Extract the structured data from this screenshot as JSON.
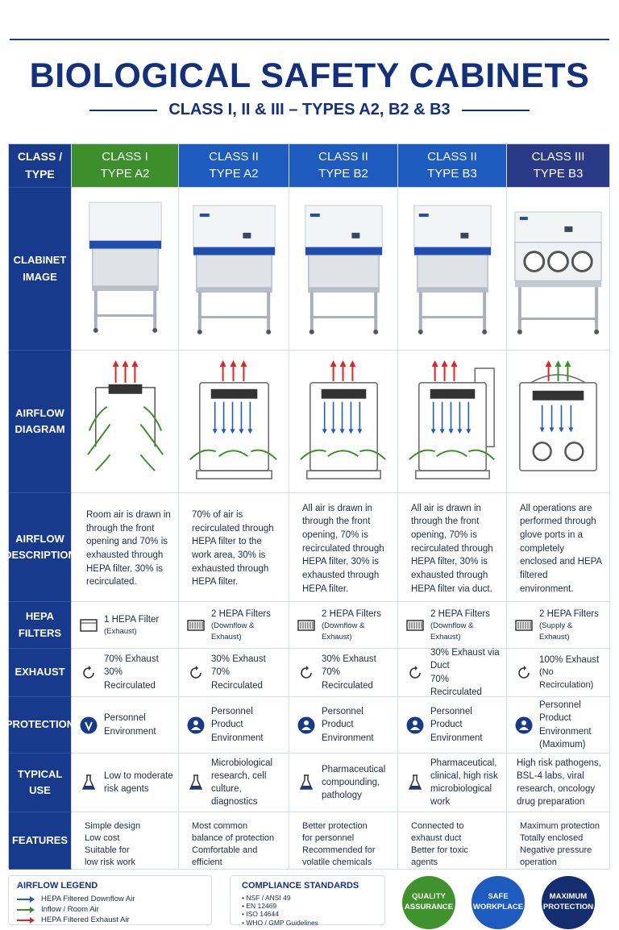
{
  "title": "BIOLOGICAL SAFETY CABINETS",
  "subtitle": "CLASS I, II & III – TYPES A2, B2 & B3",
  "row_headers": {
    "type": "CLASS / TYPE",
    "image": "CLABINET IMAGE",
    "diagram": "AIRFLOW DIAGRAM",
    "description": "AIRFLOW DESCRIPTION",
    "hepa": "HEPA FILTERS",
    "exhaust": "EXHAUST",
    "protection": "PROTECTION",
    "use": "TYPICAL USE",
    "features": "FEATURES"
  },
  "columns": [
    {
      "class": "CLASS I",
      "type": "TYPE A2",
      "description": "Room air is drawn in through the front opening and 70% is exhausted through HEPA filter, 30% is recirculated.",
      "hepa_main": "1 HEPA Filter",
      "hepa_sub": "(Exhaust)",
      "exhaust_1": "70% Exhaust",
      "exhaust_2": "30% Recirculated",
      "protection": [
        "Personnel",
        "Environment"
      ],
      "use": "Low to moderate risk agents",
      "features": [
        "Simple design",
        "Low cost",
        "Suitable for",
        "low risk work"
      ]
    },
    {
      "class": "CLASS II",
      "type": "TYPE A2",
      "description": "70% of air is recirculated through HEPA filter to the work area, 30% is exhausted through HEPA filter.",
      "hepa_main": "2 HEPA Filters",
      "hepa_sub": "(Downflow & Exhaust)",
      "exhaust_1": "30% Exhaust",
      "exhaust_2": "70% Recirculated",
      "protection": [
        "Personnel",
        "Product",
        "Environment"
      ],
      "use": "Microbiological research, cell culture, diagnostics",
      "features": [
        "Most common",
        "balance of protection",
        "Comfortable and",
        "efficient"
      ]
    },
    {
      "class": "CLASS II",
      "type": "TYPE B2",
      "description": "All air is drawn in through the front opening, 70% is recirculated through HEPA filter, 30% is exhausted through HEPA filter.",
      "hepa_main": "2 HEPA Filters",
      "hepa_sub": "(Downflow & Exhaust)",
      "exhaust_1": "30% Exhaust",
      "exhaust_2": "70% Recirculated",
      "protection": [
        "Personnel",
        "Product",
        "Environment"
      ],
      "use": "Pharmaceutical compounding, pathology",
      "features": [
        "Better protection",
        "for personnel",
        "Recommended for",
        "volatile chemicals"
      ]
    },
    {
      "class": "CLASS II",
      "type": "TYPE B3",
      "description": "All air is drawn in through the front opening, 70% is recirculated through HEPA filter, 30% is exhausted through HEPA filter via duct.",
      "hepa_main": "2 HEPA Filters",
      "hepa_sub": "(Downflow & Exhaust)",
      "exhaust_1": "30% Exhaust via Duct",
      "exhaust_2": "70% Recirculated",
      "protection": [
        "Personnel",
        "Product",
        "Environment"
      ],
      "use": "Pharmaceutical, clinical, high risk microbiological work",
      "features": [
        "Connected to",
        "exhaust duct",
        "Better for toxic",
        "agents"
      ]
    },
    {
      "class": "CLASS III",
      "type": "TYPE B3",
      "description": "All operations are performed through glove ports in a completely enclosed and HEPA filtered environment.",
      "hepa_main": "2 HEPA Filters",
      "hepa_sub": "(Supply & Exhaust)",
      "exhaust_1": "100% Exhaust",
      "exhaust_2": "(No Recirculation)",
      "protection": [
        "Personnel",
        "Product",
        "Environment",
        "(Maximum)"
      ],
      "use": "High risk pathogens, BSL-4 labs, viral research, oncology drug preparation",
      "features": [
        "Maximum protection",
        "Totally enclosed",
        "Negative pressure",
        "operation"
      ]
    }
  ],
  "legend": {
    "title": "AIRFLOW LEGEND",
    "items": [
      {
        "label": "HEPA Filtered Downflow Air",
        "color": "#1d5bbf"
      },
      {
        "label": "Inflow / Room Air",
        "color": "#3d8f2b"
      },
      {
        "label": "HEPA Filtered Exhaust Air",
        "color": "#e02424"
      }
    ]
  },
  "compliance": {
    "title": "COMPLIANCE STANDARDS",
    "items": [
      "NSF / ANSI 49",
      "EN 12469",
      "ISO 14644",
      "WHO / GMP Guidelines"
    ]
  },
  "badges": [
    "QUALITY ASSURANCE",
    "SAFE WORKPLACE",
    "MAXIMUM PROTECTION"
  ],
  "colors": {
    "navy": "#173a8c",
    "green": "#3d8f2b",
    "blue": "#1d5bbf",
    "red": "#e02424"
  }
}
